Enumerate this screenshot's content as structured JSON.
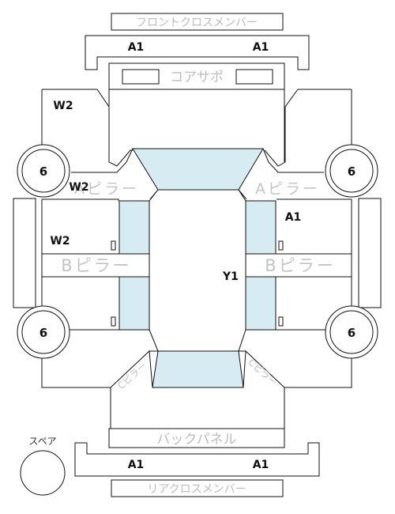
{
  "colors": {
    "glass": "#d6ecf2",
    "line": "#111111",
    "part_label": "#bdbdbd"
  },
  "top": {
    "front_cross_member": "フロントクロスメンバー",
    "front_code_left": "A1",
    "front_code_right": "A1",
    "core_support": "コアサポ"
  },
  "sides": {
    "left_apron_code": "W2",
    "left_a_pillar": "Aピラー",
    "left_a_pillar_code": "W2",
    "right_a_pillar": "Aピラー",
    "right_pillar_code": "A1",
    "left_rocker_code": "W2",
    "left_b_pillar": "Bピラー",
    "right_b_pillar": "Bピラー",
    "roof_code": "Y1"
  },
  "wheels": {
    "front_left": "6",
    "front_right": "6",
    "rear_left": "6",
    "rear_right": "6"
  },
  "rear": {
    "left_c_pillar": "Cピラー",
    "right_c_pillar": "Cピラー",
    "back_panel": "バックパネル",
    "spare_label": "スペア",
    "rear_code_left": "A1",
    "rear_code_right": "A1",
    "rear_cross_member": "リアクロスメンバー"
  }
}
